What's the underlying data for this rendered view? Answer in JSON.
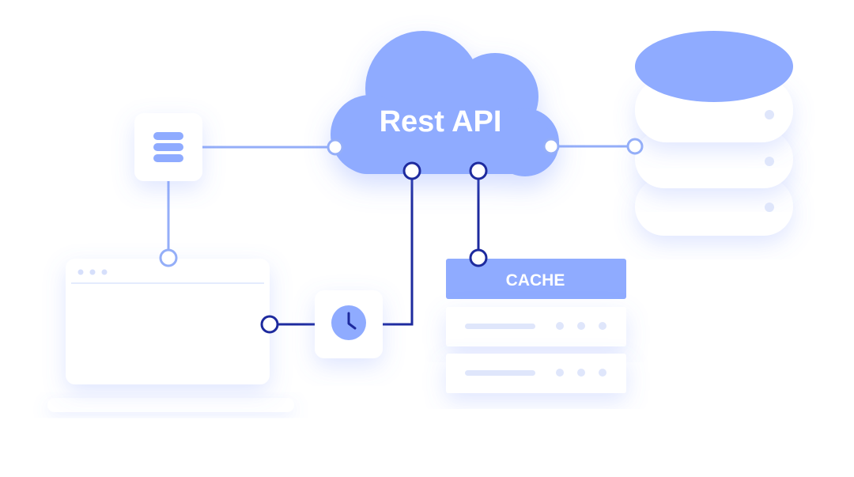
{
  "cloud": {
    "label": "Rest API",
    "color": "#8fabff"
  },
  "cache": {
    "label": "CACHE",
    "header_color": "#8fabff",
    "rows": 2
  },
  "icons": {
    "small_database": "database-icon",
    "clock": "clock-icon",
    "server_stack": "server-database-icon",
    "browser": "browser-window-icon"
  },
  "colors": {
    "accent": "#8fabff",
    "link_light": "#94aef8",
    "link_dark": "#1d2a9e",
    "placeholder": "#dfe6fb",
    "card": "#ffffff"
  }
}
